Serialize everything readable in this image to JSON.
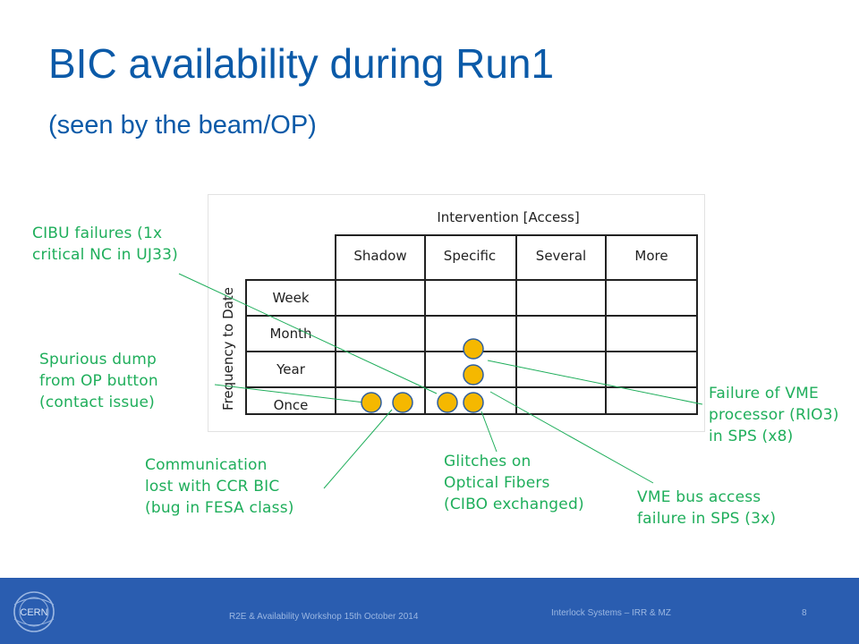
{
  "slide": {
    "title": "BIC availability during Run1",
    "subtitle": "(seen by the beam/OP)"
  },
  "matrix": {
    "intervention_header": "Intervention [Access]",
    "frequency_header": "Frequency to Date",
    "columns": [
      "Shadow",
      "Specific",
      "Several",
      "More"
    ],
    "rows": [
      "Week",
      "Month",
      "Year",
      "Once"
    ]
  },
  "annotations": {
    "cibu": "CIBU failures (1x\ncritical NC in UJ33)",
    "spurious": "Spurious dump\nfrom OP button\n(contact issue)",
    "communication": "Communication\nlost with CCR BIC\n(bug in FESA class)",
    "glitches": "Glitches on\nOptical Fibers\n(CIBO exchanged)",
    "vme_bus": "VME bus access\nfailure in SPS (3x)",
    "vme_proc": "Failure of VME\nprocessor (RIO3)\nin SPS (x8)"
  },
  "colors": {
    "title": "#0b5aa8",
    "annotation": "#1fae5b",
    "marker_fill": "#f5b800",
    "marker_stroke": "#2f5f9e",
    "footer": "#2a5db0"
  },
  "footer": {
    "left": "R2E & Availability Workshop 15th October 2014",
    "center": "Interlock Systems – IRR & MZ",
    "page": "8"
  },
  "logo": {
    "text": "CERN"
  }
}
